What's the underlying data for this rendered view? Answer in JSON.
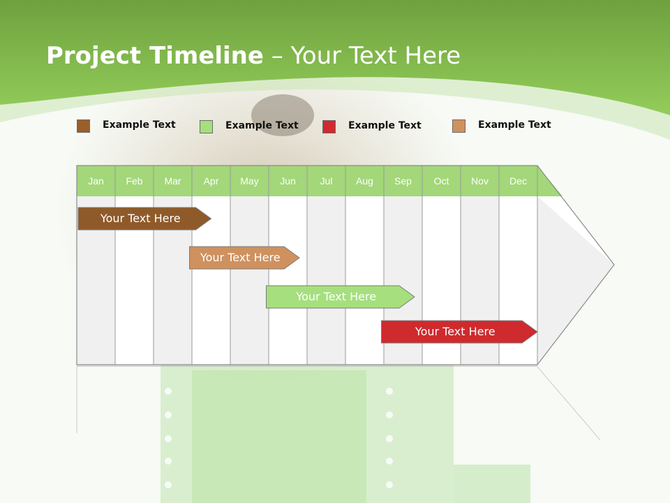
{
  "slide": {
    "title_bold": "Project Timeline",
    "title_rest": " – Your Text Here"
  },
  "legend": [
    {
      "label": "Example Text",
      "color": "#9b5e2a"
    },
    {
      "label": "Example Text",
      "color": "#a6df7e"
    },
    {
      "label": "Example Text",
      "color": "#cf2a2e"
    },
    {
      "label": "Example Text",
      "color": "#cf915e"
    }
  ],
  "timeline": {
    "months": [
      "Jan",
      "Feb",
      "Mar",
      "Apr",
      "May",
      "Jun",
      "Jul",
      "Aug",
      "Sep",
      "Oct",
      "Nov",
      "Dec"
    ],
    "header_color": "#a3d77a",
    "tasks": [
      {
        "label": "Your  Text Here",
        "start_month": 1.0,
        "end_month": 4.5,
        "color": "#8f5a29"
      },
      {
        "label": "Your  Text Here",
        "start_month": 3.9,
        "end_month": 6.8,
        "color": "#cf915e"
      },
      {
        "label": "Your  Text Here",
        "start_month": 5.9,
        "end_month": 9.8,
        "color": "#a6df7e"
      },
      {
        "label": "Your  Text Here",
        "start_month": 8.9,
        "end_month": 13.0,
        "color": "#cf2a2e"
      }
    ]
  }
}
